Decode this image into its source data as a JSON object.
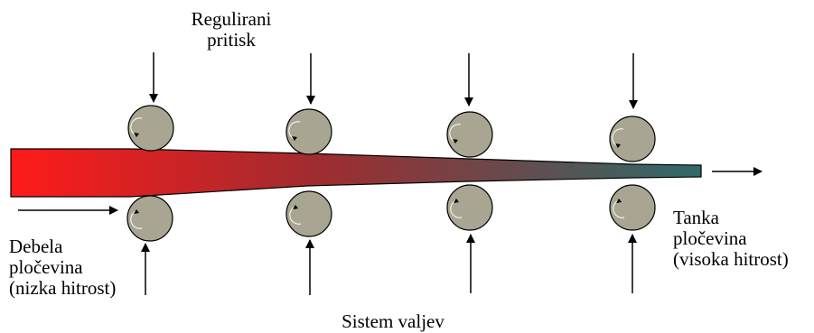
{
  "labels": {
    "pressure_line1": "Regulirani",
    "pressure_line2": "pritisk",
    "thick_line1": "Debela",
    "thick_line2": "pločevina",
    "thick_line3": "(nizka hitrost)",
    "thin_line1": "Tanka",
    "thin_line2": "pločevina",
    "thin_line3": "(visoka hitrost)",
    "rollers": "Sistem valjev"
  },
  "colors": {
    "sheet_start": "#ff1a1a",
    "sheet_mid": "#9e2c30",
    "sheet_end": "#2f6a6a",
    "roller_fill": "#a8a692",
    "roller_outline": "#000000",
    "arrow": "#000000"
  },
  "roller_stands": 4
}
